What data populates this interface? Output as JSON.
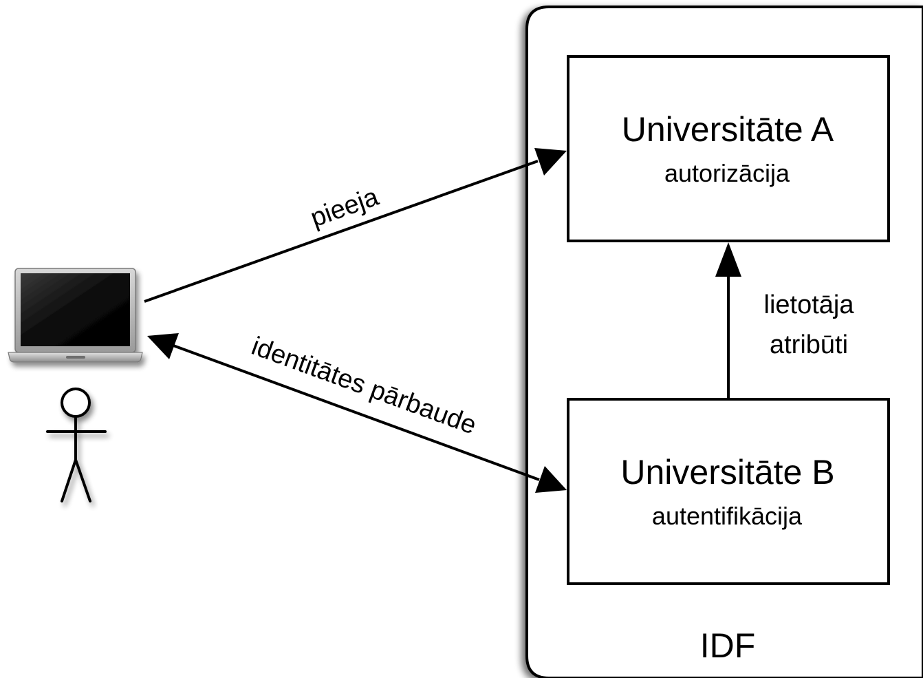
{
  "colors": {
    "stroke": "#000000",
    "background": "#ffffff",
    "shadow": "#8a8a8a",
    "screen": "#111111",
    "laptop_body": "#c9c9c9"
  },
  "user": {
    "icons": [
      "laptop-icon",
      "stick-figure-icon"
    ]
  },
  "edges": {
    "access_label": "pieeja",
    "identity_check_label": "identitātes pārbaude",
    "attributes_label_line1": "lietotāja",
    "attributes_label_line2": "atribūti"
  },
  "federation": {
    "label": "IDF",
    "university_a": {
      "name": "Universitāte A",
      "role": "autorizācija"
    },
    "university_b": {
      "name": "Universitāte B",
      "role": "autentifikācija"
    }
  }
}
